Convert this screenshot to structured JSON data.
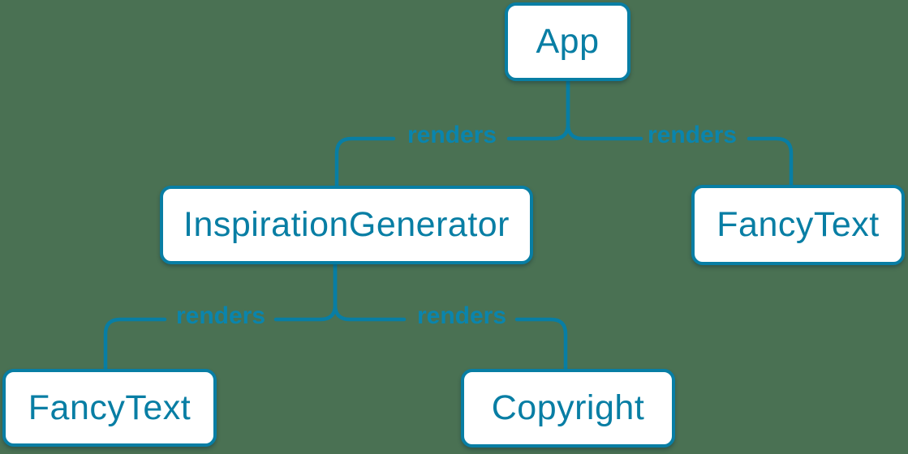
{
  "diagram": {
    "type": "component-render-tree",
    "background_color": "#4a7153",
    "accent_color": "#087ea4",
    "node_fill_color": "#ffffff",
    "nodes": [
      {
        "id": "app",
        "label": "App"
      },
      {
        "id": "inspiration-generator",
        "label": "InspirationGenerator"
      },
      {
        "id": "fancy-text-top",
        "label": "FancyText"
      },
      {
        "id": "fancy-text-bottom",
        "label": "FancyText"
      },
      {
        "id": "copyright",
        "label": "Copyright"
      }
    ],
    "edges": [
      {
        "from": "App",
        "to": "InspirationGenerator",
        "label": "renders"
      },
      {
        "from": "App",
        "to": "FancyText",
        "label": "renders"
      },
      {
        "from": "InspirationGenerator",
        "to": "FancyText",
        "label": "renders"
      },
      {
        "from": "InspirationGenerator",
        "to": "Copyright",
        "label": "renders"
      }
    ]
  }
}
